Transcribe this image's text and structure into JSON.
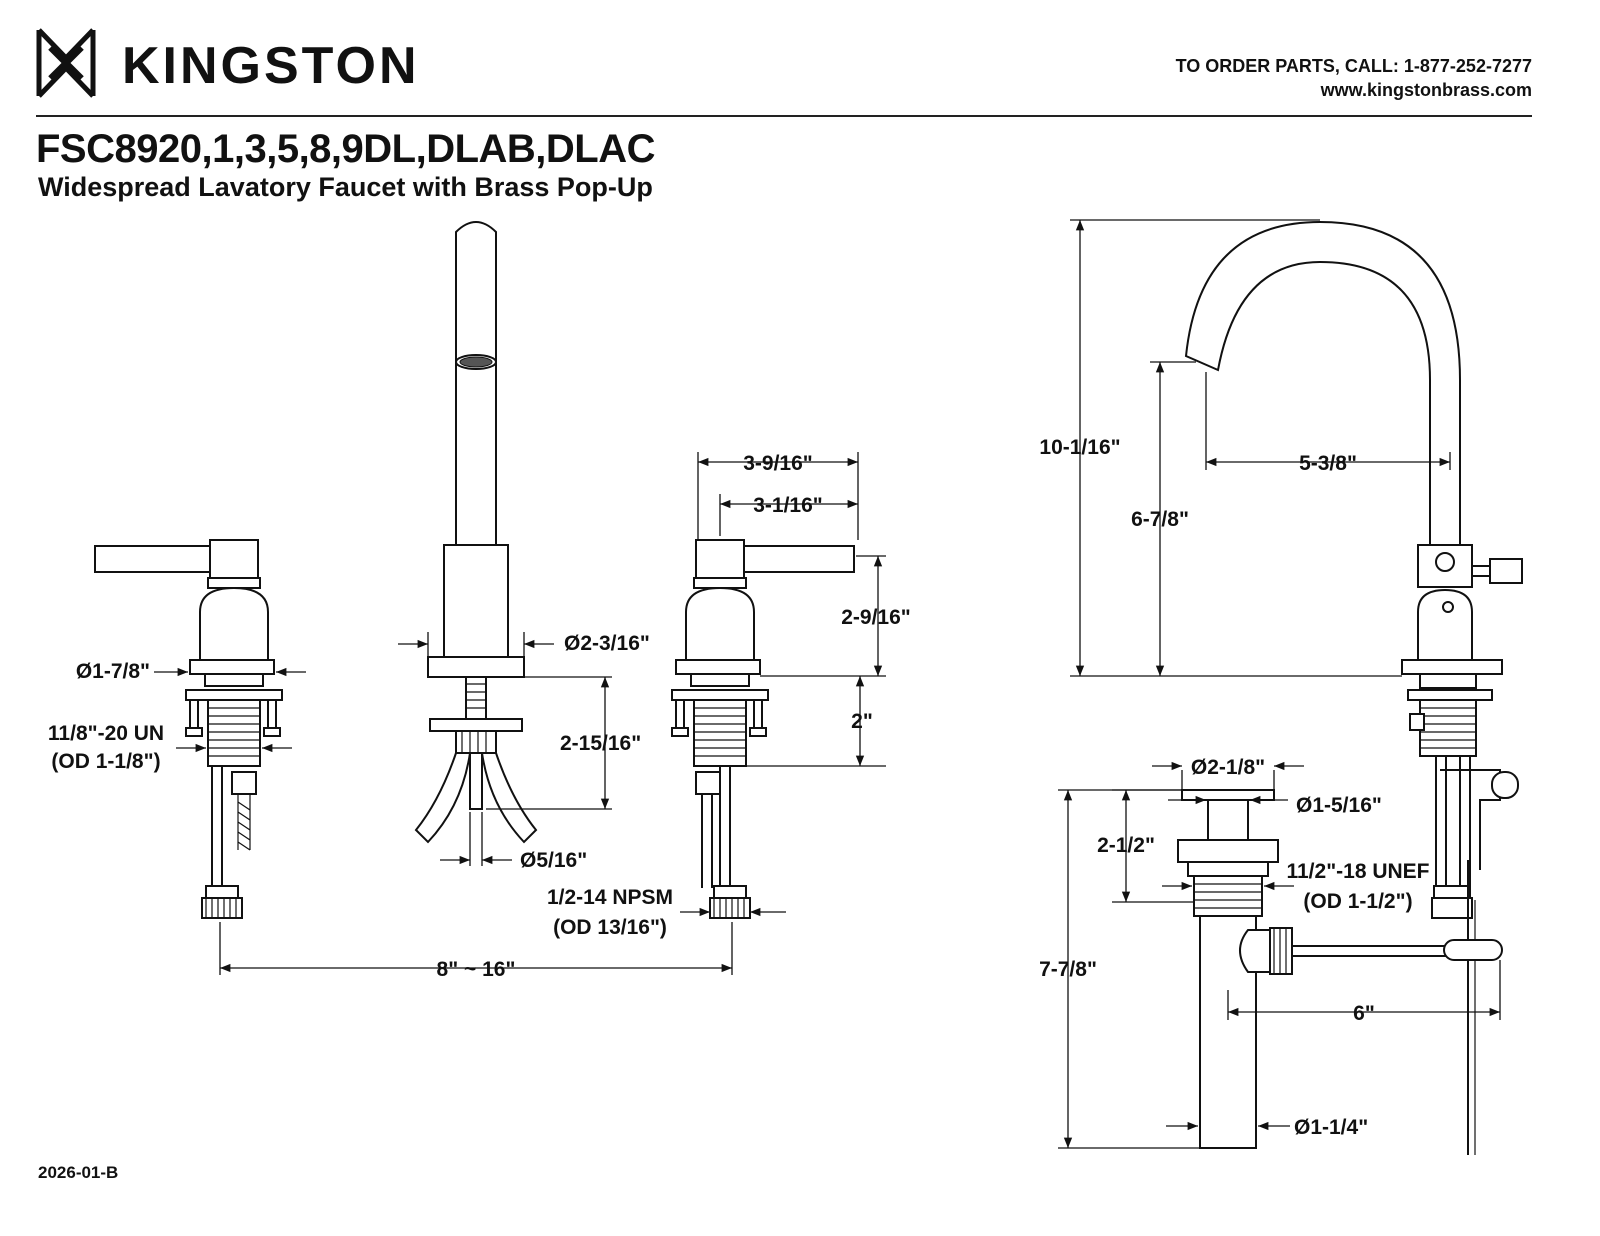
{
  "header": {
    "brand": "KINGSTON",
    "order_line": "TO ORDER PARTS, CALL: 1-877-252-7277",
    "website": "www.kingstonbrass.com"
  },
  "title": {
    "model": "FSC8920,1,3,5,8,9DL,DLAB,DLAC",
    "subtitle": "Widespread Lavatory Faucet with Brass Pop-Up"
  },
  "dimensions": {
    "handle_flange_dia": "Ø1-7/8\"",
    "handle_thread": "11/8\"-20 UN",
    "handle_thread_od": "(OD 1-1/8\")",
    "spout_base_dia": "Ø2-3/16\"",
    "spout_shank_length": "2-15/16\"",
    "hose_dia": "Ø5/16\"",
    "handle_reach_outer": "3-9/16\"",
    "handle_reach_inner": "3-1/16\"",
    "handle_height": "2-9/16\"",
    "valve_shank": "2\"",
    "supply_thread": "1/2-14 NPSM",
    "supply_thread_od": "(OD 13/16\")",
    "spread": "8\" ~ 16\"",
    "total_height": "10-1/16\"",
    "spout_height": "6-7/8\"",
    "spout_reach": "5-3/8\"",
    "drain_flange_dia": "Ø2-1/8\"",
    "drain_body_dia": "Ø1-5/16\"",
    "drain_thread_length": "2-1/2\"",
    "drain_thread": "11/2\"-18 UNEF",
    "drain_thread_od": "(OD 1-1/2\")",
    "drain_length": "7-7/8\"",
    "lift_rod_reach": "6\"",
    "tailpiece_dia": "Ø1-1/4\""
  },
  "footer": {
    "doc_number": "2026-01-B"
  }
}
